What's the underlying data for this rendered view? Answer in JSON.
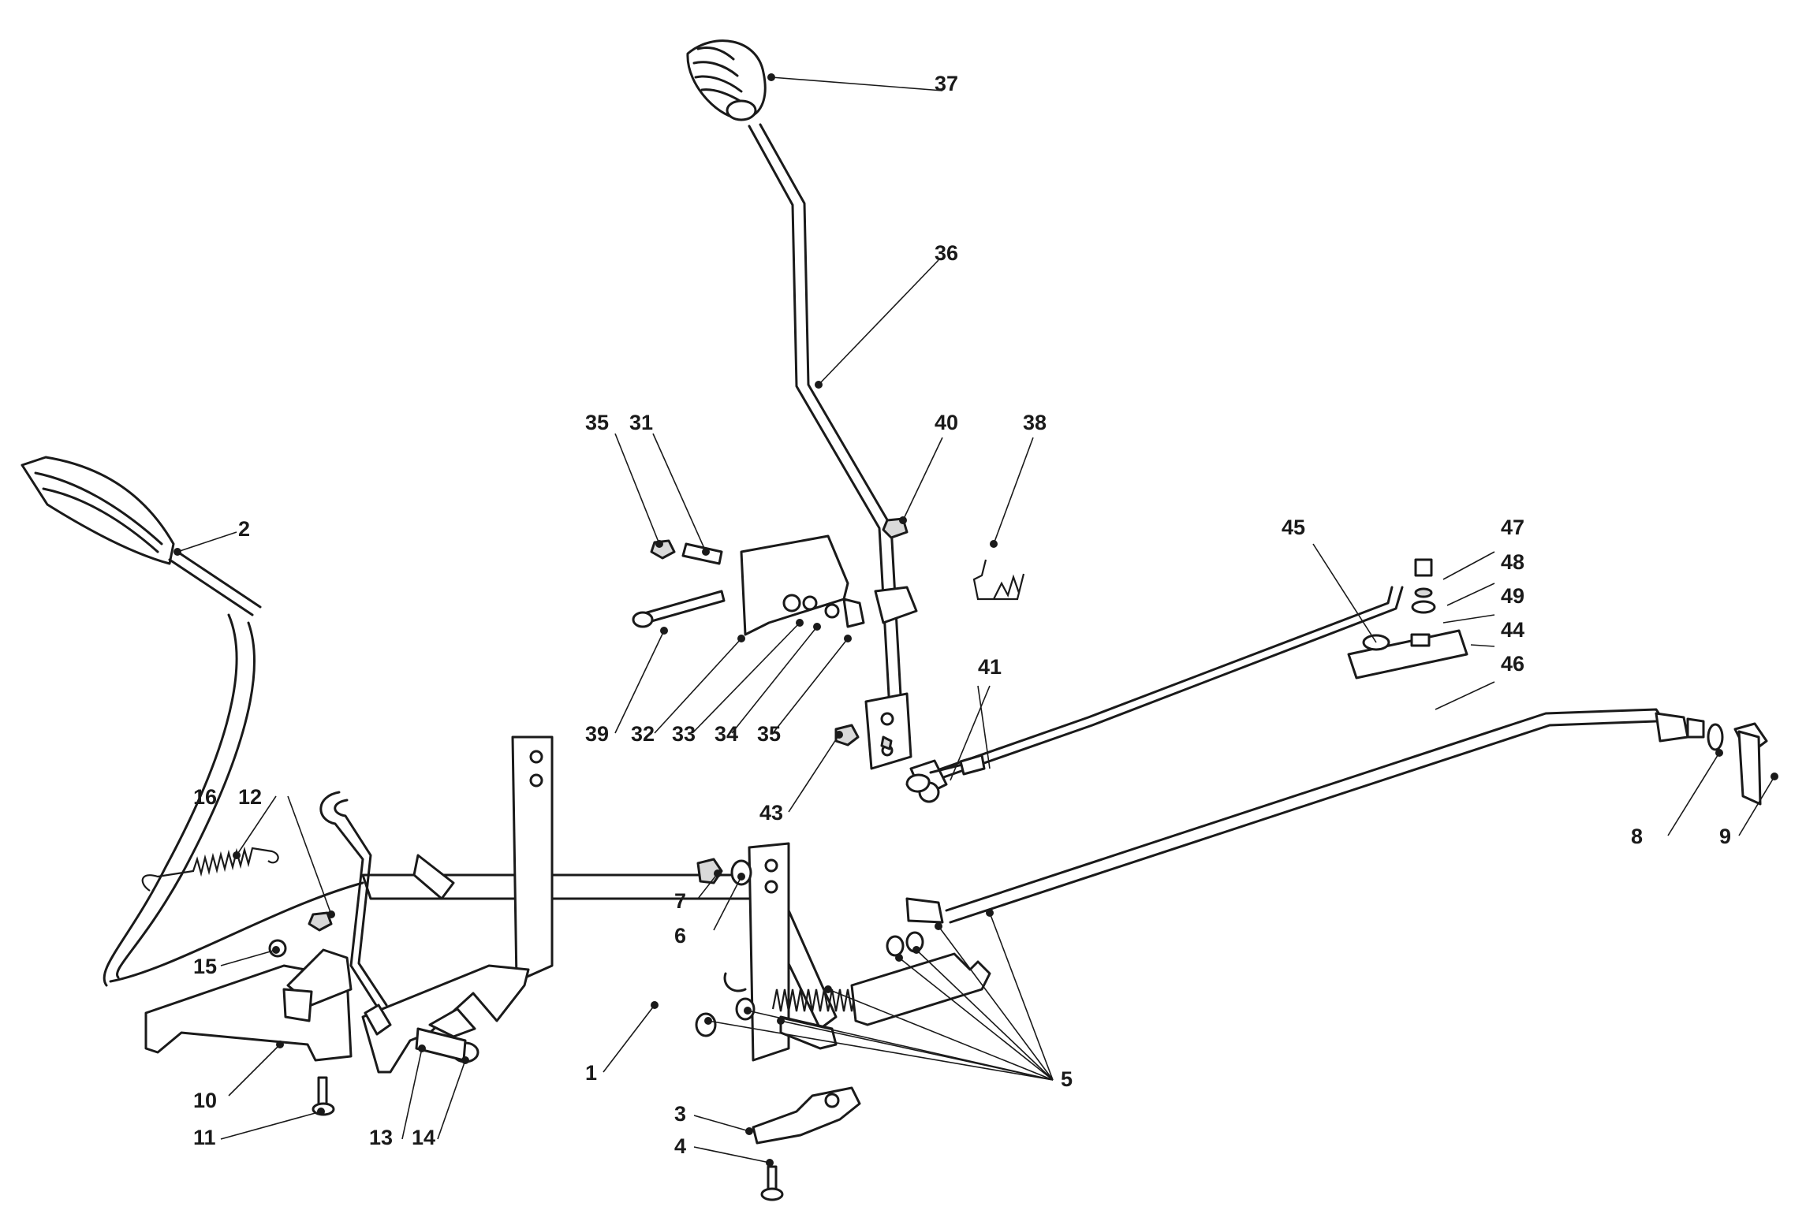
{
  "diagram": {
    "callouts": [
      "1",
      "2",
      "3",
      "4",
      "5",
      "6",
      "7",
      "8",
      "9",
      "10",
      "11",
      "12",
      "13",
      "14",
      "15",
      "16",
      "31",
      "32",
      "33",
      "34",
      "35",
      "35",
      "36",
      "37",
      "38",
      "39",
      "40",
      "41",
      "43",
      "44",
      "45",
      "46",
      "47",
      "48",
      "49"
    ]
  }
}
